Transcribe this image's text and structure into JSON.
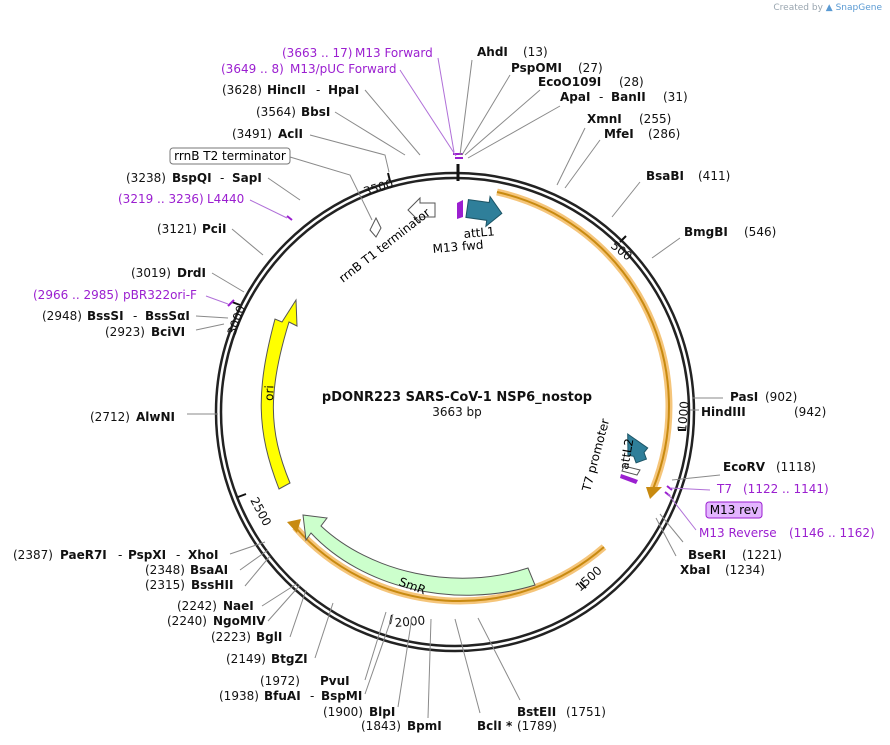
{
  "credit": {
    "prefix": "Created by",
    "brand": "SnapGene"
  },
  "plasmid": {
    "name": "pDONR223 SARS-CoV-1 NSP6_nostop",
    "length_label": "3663 bp"
  },
  "tick_labels": [
    "500",
    "1000",
    "1500",
    "2000",
    "2500",
    "3000",
    "3500"
  ],
  "features": {
    "attL1": "attL1",
    "m13_fwd": "M13 fwd",
    "rrnb_t1": "rrnB T1 terminator",
    "rrnb_t2": "rrnB T2 terminator",
    "ori": "ori",
    "smr": "SmR",
    "t7_promoter": "T7 promoter",
    "attL2": "attL2",
    "m13_rev_box": "M13 rev"
  },
  "sites": {
    "m13_forward": {
      "pos": "(3663 .. 17)",
      "name": "M13 Forward"
    },
    "m13_puc_forward": {
      "pos": "(3649 .. 8)",
      "name": "M13/pUC Forward"
    },
    "hincII": {
      "pos": "(3628)",
      "name": "HincII",
      "name2": "HpaI"
    },
    "bbsI": {
      "pos": "(3564)",
      "name": "BbsI"
    },
    "aclI": {
      "pos": "(3491)",
      "name": "AclI"
    },
    "bspQI": {
      "pos": "(3238)",
      "name": "BspQI",
      "name2": "SapI"
    },
    "l4440": {
      "pos": "(3219 .. 3236)",
      "name": "L4440"
    },
    "pciI": {
      "pos": "(3121)",
      "name": "PciI"
    },
    "drdI": {
      "pos": "(3019)",
      "name": "DrdI"
    },
    "pbr322": {
      "pos": "(2966 .. 2985)",
      "name": "pBR322ori-F"
    },
    "bssSI": {
      "pos": "(2948)",
      "name": "BssSI",
      "name2": "BssSαI"
    },
    "bciVI": {
      "pos": "(2923)",
      "name": "BciVI"
    },
    "alwNI": {
      "pos": "(2712)",
      "name": "AlwNI"
    },
    "paeR7I": {
      "pos": "(2387)",
      "name": "PaeR7I",
      "name2": "PspXI",
      "name3": "XhoI"
    },
    "bsaAI": {
      "pos": "(2348)",
      "name": "BsaAI"
    },
    "bssHII": {
      "pos": "(2315)",
      "name": "BssHII"
    },
    "naeI": {
      "pos": "(2242)",
      "name": "NaeI"
    },
    "ngoMIV": {
      "pos": "(2240)",
      "name": "NgoMIV"
    },
    "bglI": {
      "pos": "(2223)",
      "name": "BglI"
    },
    "btgZI": {
      "pos": "(2149)",
      "name": "BtgZI"
    },
    "pvuI": {
      "pos": "(1972)",
      "name": "PvuI"
    },
    "bfuAI": {
      "pos": "(1938)",
      "name": "BfuAI",
      "name2": "BspMI"
    },
    "blpI": {
      "pos": "(1900)",
      "name": "BlpI"
    },
    "bpmI": {
      "pos": "(1843)",
      "name": "BpmI"
    },
    "bclI": {
      "pos": "(1789)",
      "name": "BclI *"
    },
    "bstEII": {
      "pos": "(1751)",
      "name": "BstEII"
    },
    "ahdI": {
      "pos": "(13)",
      "name": "AhdI"
    },
    "pspOMI": {
      "pos": "(27)",
      "name": "PspOMI"
    },
    "eco0109I": {
      "pos": "(28)",
      "name": "EcoO109I"
    },
    "apaI": {
      "pos": "(31)",
      "name": "ApaI",
      "name2": "BanII"
    },
    "xmnI": {
      "pos": "(255)",
      "name": "XmnI"
    },
    "mfeI": {
      "pos": "(286)",
      "name": "MfeI"
    },
    "bsaBI": {
      "pos": "(411)",
      "name": "BsaBI"
    },
    "bmgBI": {
      "pos": "(546)",
      "name": "BmgBI"
    },
    "pasI": {
      "pos": "(902)",
      "name": "PasI"
    },
    "hindIII": {
      "pos": "(942)",
      "name": "HindIII"
    },
    "ecoRV": {
      "pos": "(1118)",
      "name": "EcoRV"
    },
    "t7": {
      "pos": "(1122 .. 1141)",
      "name": "T7"
    },
    "m13_reverse": {
      "pos": "(1146 .. 1162)",
      "name": "M13 Reverse"
    },
    "bseRI": {
      "pos": "(1221)",
      "name": "BseRI"
    },
    "xbaI": {
      "pos": "(1234)",
      "name": "XbaI"
    }
  },
  "colors": {
    "backbone": "#222222",
    "orange_gene": "#f0a020",
    "ori": "#ffff00",
    "smr": "#ccffcc",
    "attL": "#2f7f9a",
    "primer": "#9b1fd0"
  }
}
